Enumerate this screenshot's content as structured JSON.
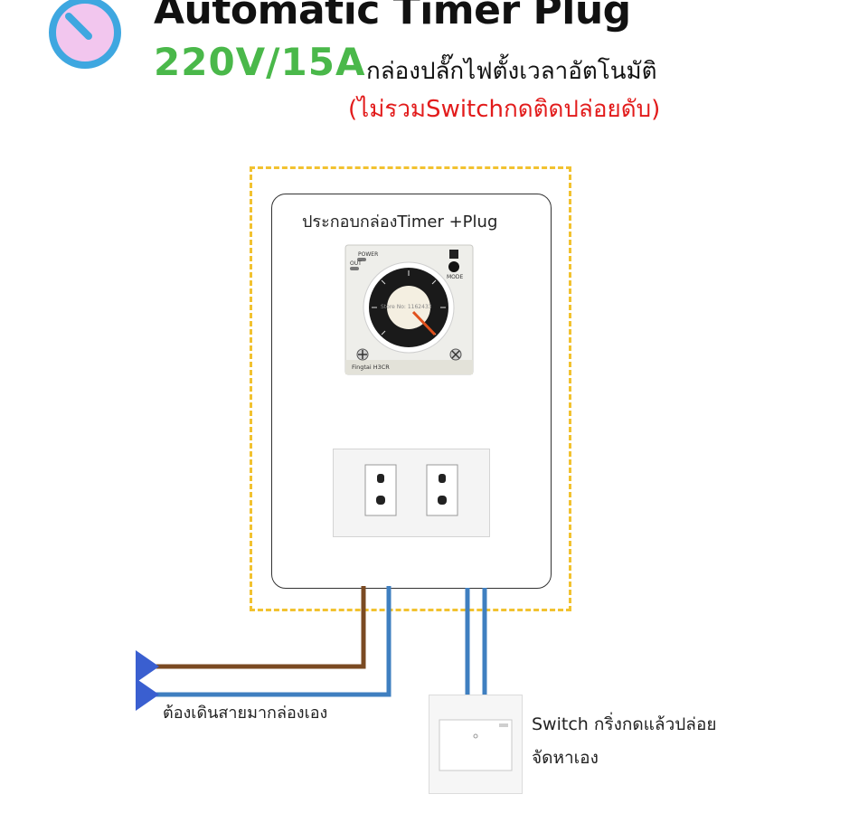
{
  "header": {
    "title": "Automatic Timer Plug",
    "voltage": "220V/15A",
    "description": "กล่องปลั๊กไฟตั้งเวลาอัตโนมัติ",
    "note": "(ไม่รวมSwitchกดติดปล่อยดับ)"
  },
  "box": {
    "label": "ประกอบกล่องTimer +Plug"
  },
  "timer": {
    "power_label": "POWER",
    "out_label": "OUT",
    "mode_label": "MODE",
    "brand_label": "Fingtai  H3CR",
    "store_label": "Store No: 1162433"
  },
  "wiring": {
    "wire_label": "ต้องเดินสายมากล่องเอง"
  },
  "switch": {
    "label_line1": "Switch กริ่งกดแล้วปล่อย",
    "label_line2": "จัดหาเอง"
  },
  "colors": {
    "accent_green": "#4ab84a",
    "note_red": "#e21b1b",
    "dashed_border": "#f2c230",
    "wire_brown": "#7a4a22",
    "wire_blue": "#3f7fc0",
    "arrow_blue": "#3a5fd0",
    "logo_blue": "#3ea7e0",
    "logo_pink": "#f2c6ee"
  }
}
